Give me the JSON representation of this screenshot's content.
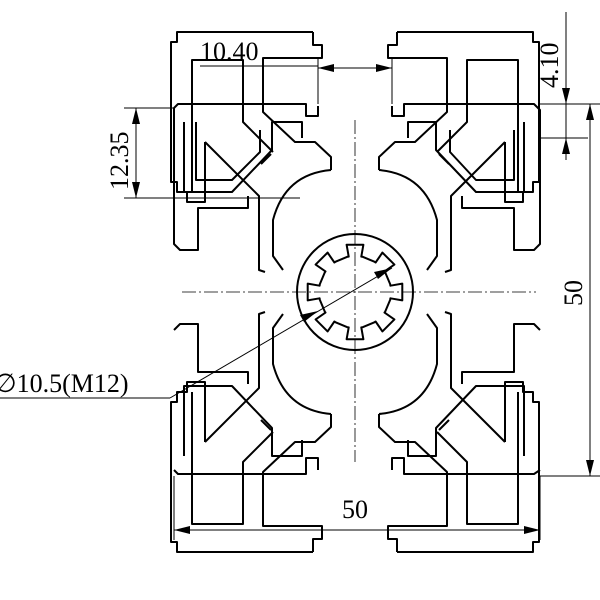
{
  "drawing": {
    "dimensions": {
      "slot_width": "10.40",
      "lip_thickness": "4.10",
      "slot_depth": "12.35",
      "height": "50",
      "width": "50",
      "bore": "∅10.5(M12)"
    }
  }
}
